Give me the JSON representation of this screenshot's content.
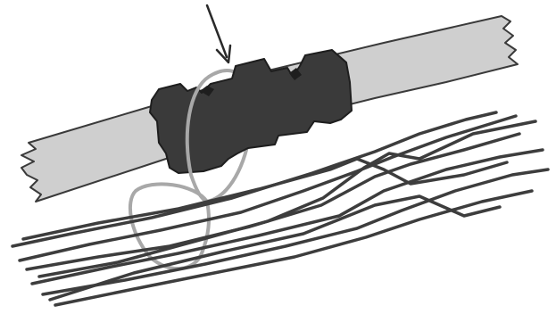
{
  "figure": {
    "description_icons": [
      "rod-shape",
      "clamp-block-icon",
      "fiber-strands",
      "loop-ring",
      "pointer-arrow-icon"
    ]
  },
  "colors": {
    "background": "#ffffff",
    "rod_fill": "#cfcfcf",
    "rod_stroke": "#3a3a3a",
    "clamp_fill": "#3a3a3a",
    "clamp_stroke": "#1e1e1e",
    "loop_stroke": "#a8a8a8",
    "fiber_stroke": "#3d3d3d",
    "arrow_stroke": "#2a2a2a"
  }
}
